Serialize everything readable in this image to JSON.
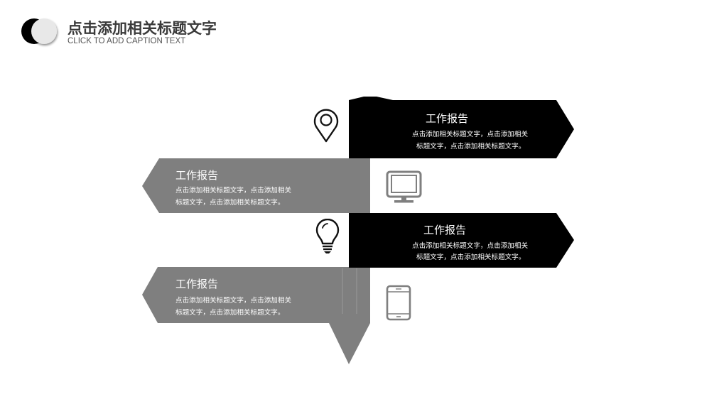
{
  "header": {
    "title": "点击添加相关标题文字",
    "subtitle": "CLICK TO ADD CAPTION TEXT",
    "badge_icon": "half-moon-circles-icon"
  },
  "colors": {
    "dark_block": "#000000",
    "grey_block": "#7f7f7f",
    "icon_dark": "#111111",
    "icon_grey": "#7f7f7f",
    "title_text": "#3a3a3a"
  },
  "items": [
    {
      "side": "right",
      "color": "dark",
      "icon": "map-pin-icon",
      "title": "工作报告",
      "desc_line1": "点击添加相关标题文字，点击添加相关",
      "desc_line2": "标题文字，点击添加相关标题文字。"
    },
    {
      "side": "left",
      "color": "grey",
      "icon": "monitor-icon",
      "title": "工作报告",
      "desc_line1": "点击添加相关标题文字，点击添加相关",
      "desc_line2": "标题文字，点击添加相关标题文字。"
    },
    {
      "side": "right",
      "color": "dark",
      "icon": "lightbulb-icon",
      "title": "工作报告",
      "desc_line1": "点击添加相关标题文字，点击添加相关",
      "desc_line2": "标题文字，点击添加相关标题文字。"
    },
    {
      "side": "left",
      "color": "grey",
      "icon": "smartphone-icon",
      "title": "工作报告",
      "desc_line1": "点击添加相关标题文字，点击添加相关",
      "desc_line2": "标题文字，点击添加相关标题文字。"
    }
  ]
}
